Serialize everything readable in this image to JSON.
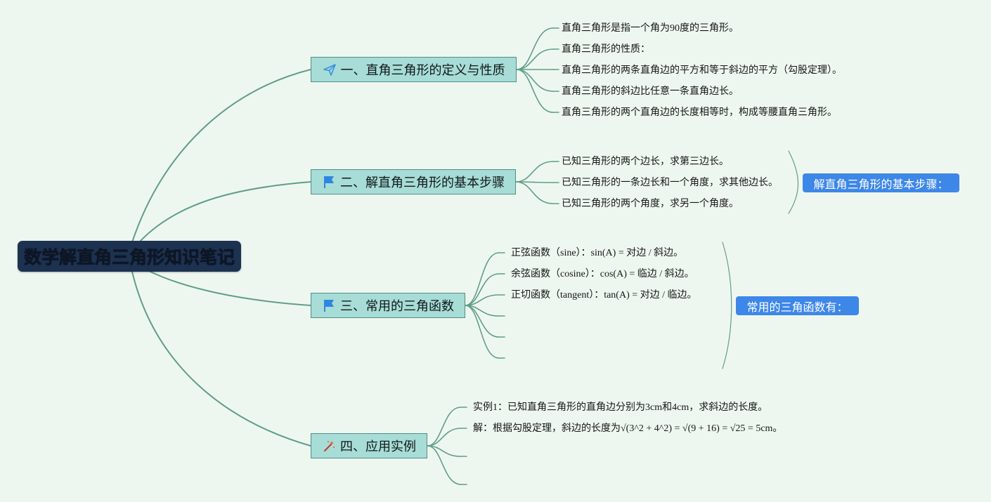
{
  "root": {
    "title": "数学解直角三角形知识笔记"
  },
  "topics": [
    {
      "label": "一、直角三角形的定义与性质",
      "icon": "paper-plane-icon",
      "items": [
        "直角三角形是指一个角为90度的三角形。",
        "直角三角形的性质：",
        "直角三角形的两条直角边的平方和等于斜边的平方（勾股定理）。",
        "直角三角形的斜边比任意一条直角边长。",
        "直角三角形的两个直角边的长度相等时，构成等腰直角三角形。"
      ]
    },
    {
      "label": "二、解直角三角形的基本步骤",
      "icon": "flag-icon",
      "items": [
        "已知三角形的两个边长，求第三边长。",
        "已知三角形的一条边长和一个角度，求其他边长。",
        "已知三角形的两个角度，求另一个角度。"
      ],
      "summary": "解直角三角形的基本步骤："
    },
    {
      "label": "三、常用的三角函数",
      "icon": "flag-icon",
      "items": [
        "正弦函数（sine）：sin(A) = 对边 / 斜边。",
        "余弦函数（cosine）：cos(A) = 临边 / 斜边。",
        "正切函数（tangent）：tan(A) = 对边 / 临边。",
        "",
        "",
        ""
      ],
      "summary": "常用的三角函数有："
    },
    {
      "label": "四、应用实例",
      "icon": "magic-wand-icon",
      "items": [
        "实例1：已知直角三角形的直角边分别为3cm和4cm，求斜边的长度。",
        "解：根据勾股定理，斜边的长度为√(3^2 + 4^2) = √(9 + 16) = √25 = 5cm。",
        "",
        ""
      ]
    }
  ],
  "colors": {
    "background": "#eef7ef",
    "root_fill": "#1d3150",
    "topic_fill": "#a7dcd7",
    "topic_border": "#4c9085",
    "connector": "#5f9e8b",
    "summary_fill": "#3d87e8"
  }
}
